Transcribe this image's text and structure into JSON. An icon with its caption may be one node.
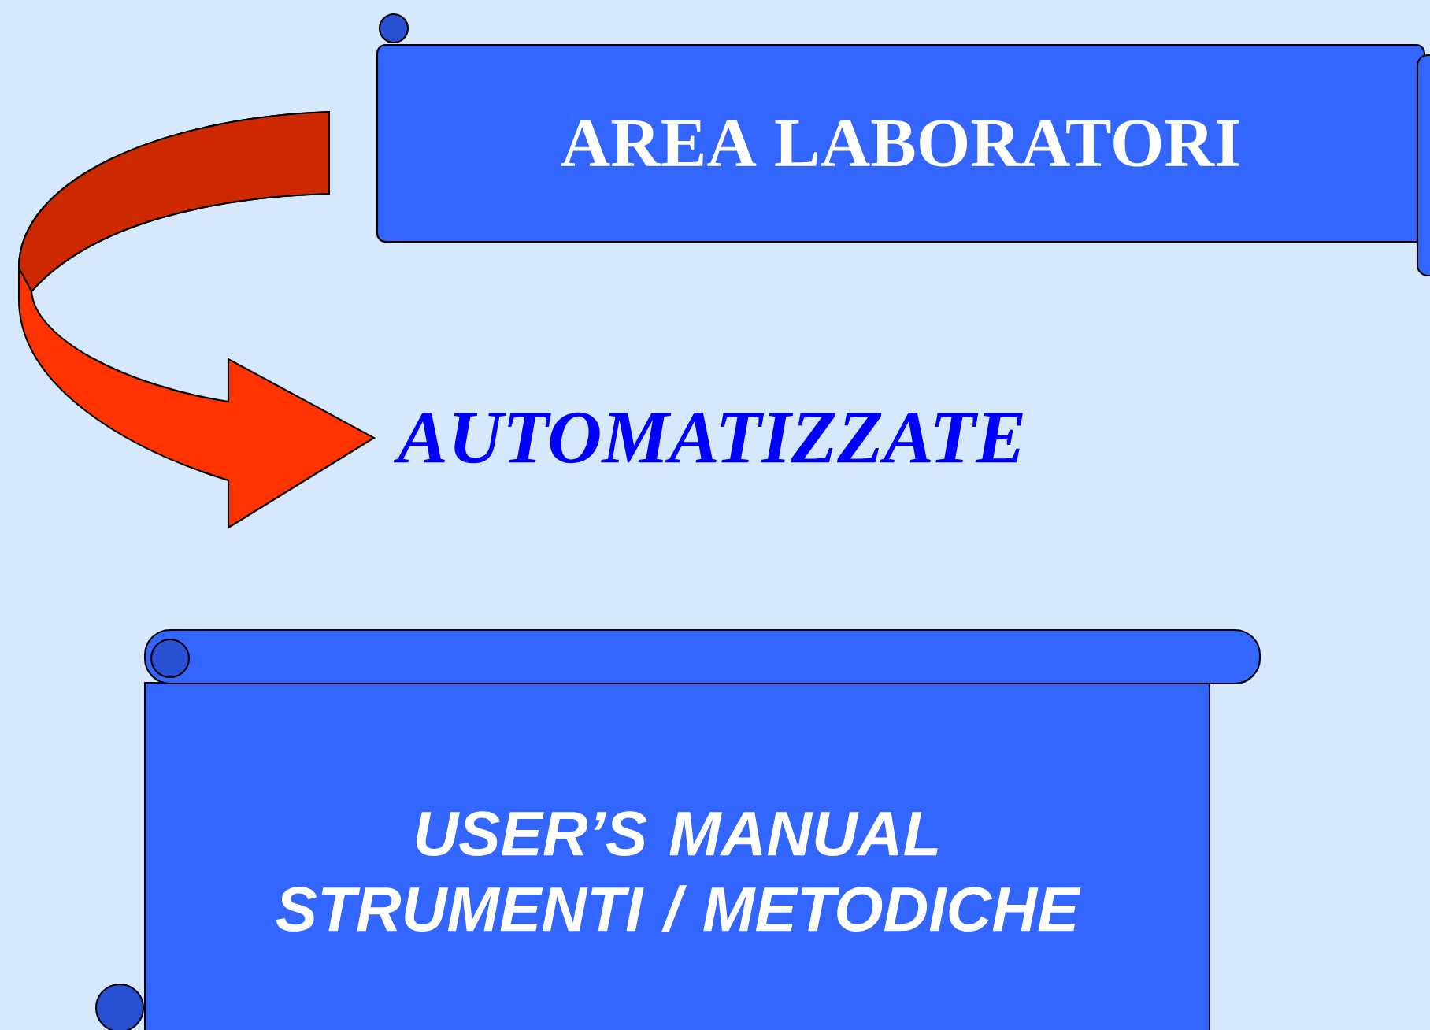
{
  "diagram": {
    "nodes": [
      {
        "text": [
          "AREA LABORATORI"
        ]
      },
      {
        "text": [
          "AUTOMATIZZATE"
        ]
      },
      {
        "text": [
          "USER’S MANUAL STRUMENTI / METODICHE"
        ]
      }
    ],
    "edges": [
      {
        "from": 0,
        "to": 1,
        "arrow": "to"
      }
    ]
  }
}
